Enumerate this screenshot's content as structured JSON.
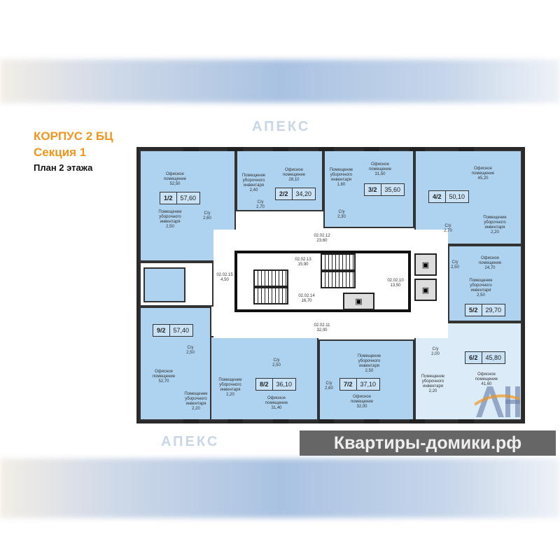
{
  "header": {
    "building": "КОРПУС 2 БЦ",
    "section": "Секция 1",
    "floor_plan": "План 2 этажа"
  },
  "units": [
    {
      "id": "1/2",
      "total": "57,60",
      "office": "Офисное помещение",
      "office_area": "52,50",
      "storage": "Помещение уборочного инвентаря",
      "storage_area": "2,50",
      "wc": "2,60"
    },
    {
      "id": "2/2",
      "total": "34,20",
      "office": "Офисное помещение",
      "office_area": "28,10",
      "storage": "Помещение уборочного инвентаря",
      "storage_area": "2,40",
      "wc": "2,70"
    },
    {
      "id": "3/2",
      "total": "35,60",
      "office": "Офисное помещение",
      "office_area": "31,50",
      "storage": "Помещение уборочного инвентаря",
      "storage_area": "1,80",
      "wc": "2,30"
    },
    {
      "id": "4/2",
      "total": "50,10",
      "office": "Офисное помещение",
      "office_area": "45,20",
      "storage": "Помещение уборочного инвентаря",
      "storage_area": "2,20",
      "wc": "2,70"
    },
    {
      "id": "5/2",
      "total": "29,70",
      "office": "Офисное помещение",
      "office_area": "24,70",
      "storage": "Помещение уборочного инвентаря",
      "storage_area": "2,50",
      "wc": "2,50"
    },
    {
      "id": "6/2",
      "total": "45,80",
      "office": "Офисное помещение",
      "office_area": "41,60",
      "storage": "Помещение уборочного инвентаря",
      "storage_area": "2,20",
      "wc": "2,00"
    },
    {
      "id": "7/2",
      "total": "37,10",
      "office": "Офисное помещение",
      "office_area": "32,00",
      "storage": "Помещение уборочного инвентаря",
      "storage_area": "2,50",
      "wc": "2,60"
    },
    {
      "id": "8/2",
      "total": "36,10",
      "office": "Офисное помещение",
      "office_area": "31,40",
      "storage": "Помещение уборочного инвентаря",
      "storage_area": "2,20",
      "wc": "2,50"
    },
    {
      "id": "9/2",
      "total": "57,40",
      "office": "Офисное помещение",
      "office_area": "52,70",
      "storage": "Помещение уборочного инвентаря",
      "storage_area": "2,20",
      "wc": "2,50"
    }
  ],
  "wc_label": "С/у",
  "common": [
    {
      "code": "02.02.12",
      "area": "23,60"
    },
    {
      "code": "02.02.11",
      "area": "32,00"
    },
    {
      "code": "02.02.13",
      "area": "15,90"
    },
    {
      "code": "02.02.14",
      "area": "16,70"
    },
    {
      "code": "02.02.10",
      "area": "13,50"
    },
    {
      "code": "02.02.15",
      "area": "4,50"
    }
  ],
  "watermark": "АПЕКС",
  "brand": "Квартиры-домики.рф"
}
